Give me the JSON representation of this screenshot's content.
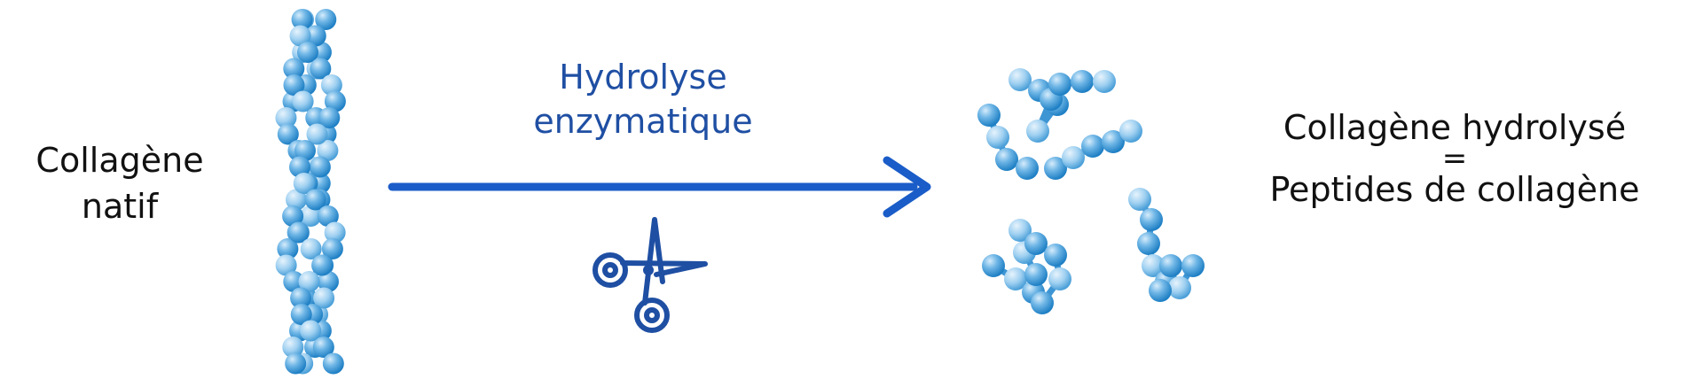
{
  "input": {
    "line1": "Collagène",
    "line2": "natif"
  },
  "process": {
    "line1": "Hydrolyse",
    "line2": "enzymatique",
    "icon": "scissors-icon"
  },
  "output": {
    "line1": "Collagène hydrolysé",
    "equals": "=",
    "line2": "Peptides de collagène"
  },
  "colors": {
    "arrow": "#1a5cc8",
    "text_accent": "#1f4fa3",
    "bead_light": "#a7d3f2",
    "bead_dark": "#1e7fc4"
  }
}
